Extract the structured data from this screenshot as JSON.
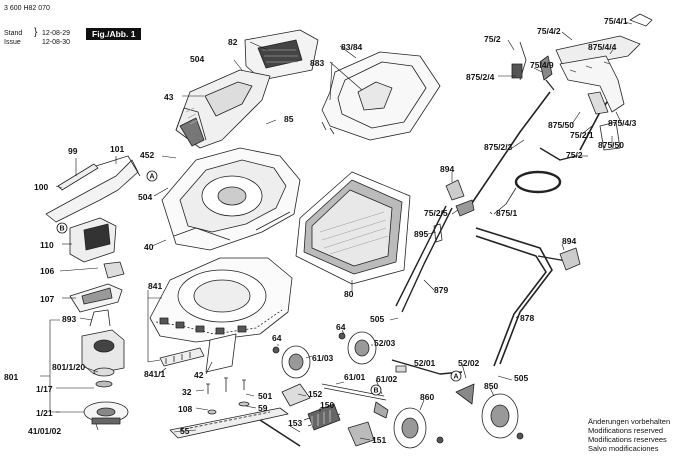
{
  "header": {
    "docnum": "3 600 H82 070",
    "stand_label": "Stand",
    "issue_label": "Issue",
    "stand_date": "12-08-29",
    "issue_date": "12-08-30",
    "fig": "Fig./Abb. 1"
  },
  "notes": [
    "Änderungen vorbehalten",
    "Modifications reserved",
    "Modifications reservees",
    "Salvo modificaciones"
  ],
  "labels": {
    "l82": "82",
    "l504a": "504",
    "l883": "883",
    "l83_84": "83/84",
    "l43": "43",
    "l85": "85",
    "l99": "99",
    "l101": "101",
    "l452": "452",
    "l100": "100",
    "l504b": "504",
    "l110": "110",
    "l40": "40",
    "l80": "80",
    "l106": "106",
    "l107": "107",
    "l841": "841",
    "l893": "893",
    "l801_20": "801/1/20",
    "l801": "801",
    "l1_17": "1/17",
    "l1_21": "1/21",
    "l41_01_02": "41/01/02",
    "l841_1": "841/1",
    "l42": "42",
    "l32": "32",
    "l108": "108",
    "l55": "55",
    "l501": "501",
    "l59": "59",
    "l64a": "64",
    "l64b": "64",
    "l61_03": "61/03",
    "l52_03": "52/03",
    "l61_01": "61/01",
    "l61_02": "61/02",
    "l52_01": "52/01",
    "l52_02": "52/02",
    "l152": "152",
    "l150": "150",
    "l153": "153",
    "l151": "151",
    "l860": "860",
    "l850": "850",
    "l505a": "505",
    "l505b": "505",
    "l879": "879",
    "l878": "878",
    "l895": "895",
    "l894a": "894",
    "l894b": "894",
    "l75_2_5": "75/2/5",
    "l875_1": "875/1",
    "l75_2a": "75/2",
    "l75_2b": "75/2",
    "l875_2_4": "875/2/4",
    "l875_2_3": "875/2/3",
    "l75_4_9": "75/4/9",
    "l875_50a": "875/50",
    "l875_50b": "875/50",
    "l75_2_1": "75/2/1",
    "l75_4_2": "75/4/2",
    "l75_4_1": "75/4/1",
    "l875_4_4": "875/4/4",
    "l875_4_3": "875/4/3"
  },
  "callouts": {
    "a1": "A",
    "a2": "A",
    "b1": "B",
    "b2": "B"
  }
}
